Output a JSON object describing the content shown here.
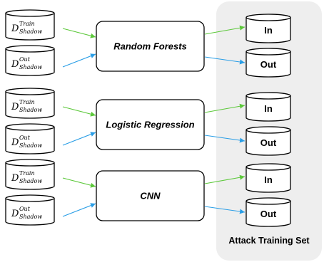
{
  "panel": {
    "label": "Attack Training Set"
  },
  "colors": {
    "in_arrow": "#5cc83a",
    "out_arrow": "#2a9ee6",
    "panel_bg": "#eeeeee",
    "stroke": "#000000"
  },
  "groups": [
    {
      "model": "Random Forests",
      "inputs": [
        {
          "symbol": "D",
          "sup": "Train",
          "sub": "Shadow"
        },
        {
          "symbol": "D",
          "sup": "Out",
          "sub": "Shadow"
        }
      ],
      "outputs": [
        "In",
        "Out"
      ]
    },
    {
      "model": "Logistic Regression",
      "inputs": [
        {
          "symbol": "D",
          "sup": "Train",
          "sub": "Shadow"
        },
        {
          "symbol": "D",
          "sup": "Out",
          "sub": "Shadow"
        }
      ],
      "outputs": [
        "In",
        "Out"
      ]
    },
    {
      "model": "CNN",
      "inputs": [
        {
          "symbol": "D",
          "sup": "Train",
          "sub": "Shadow"
        },
        {
          "symbol": "D",
          "sup": "Out",
          "sub": "Shadow"
        }
      ],
      "outputs": [
        "In",
        "Out"
      ]
    }
  ]
}
